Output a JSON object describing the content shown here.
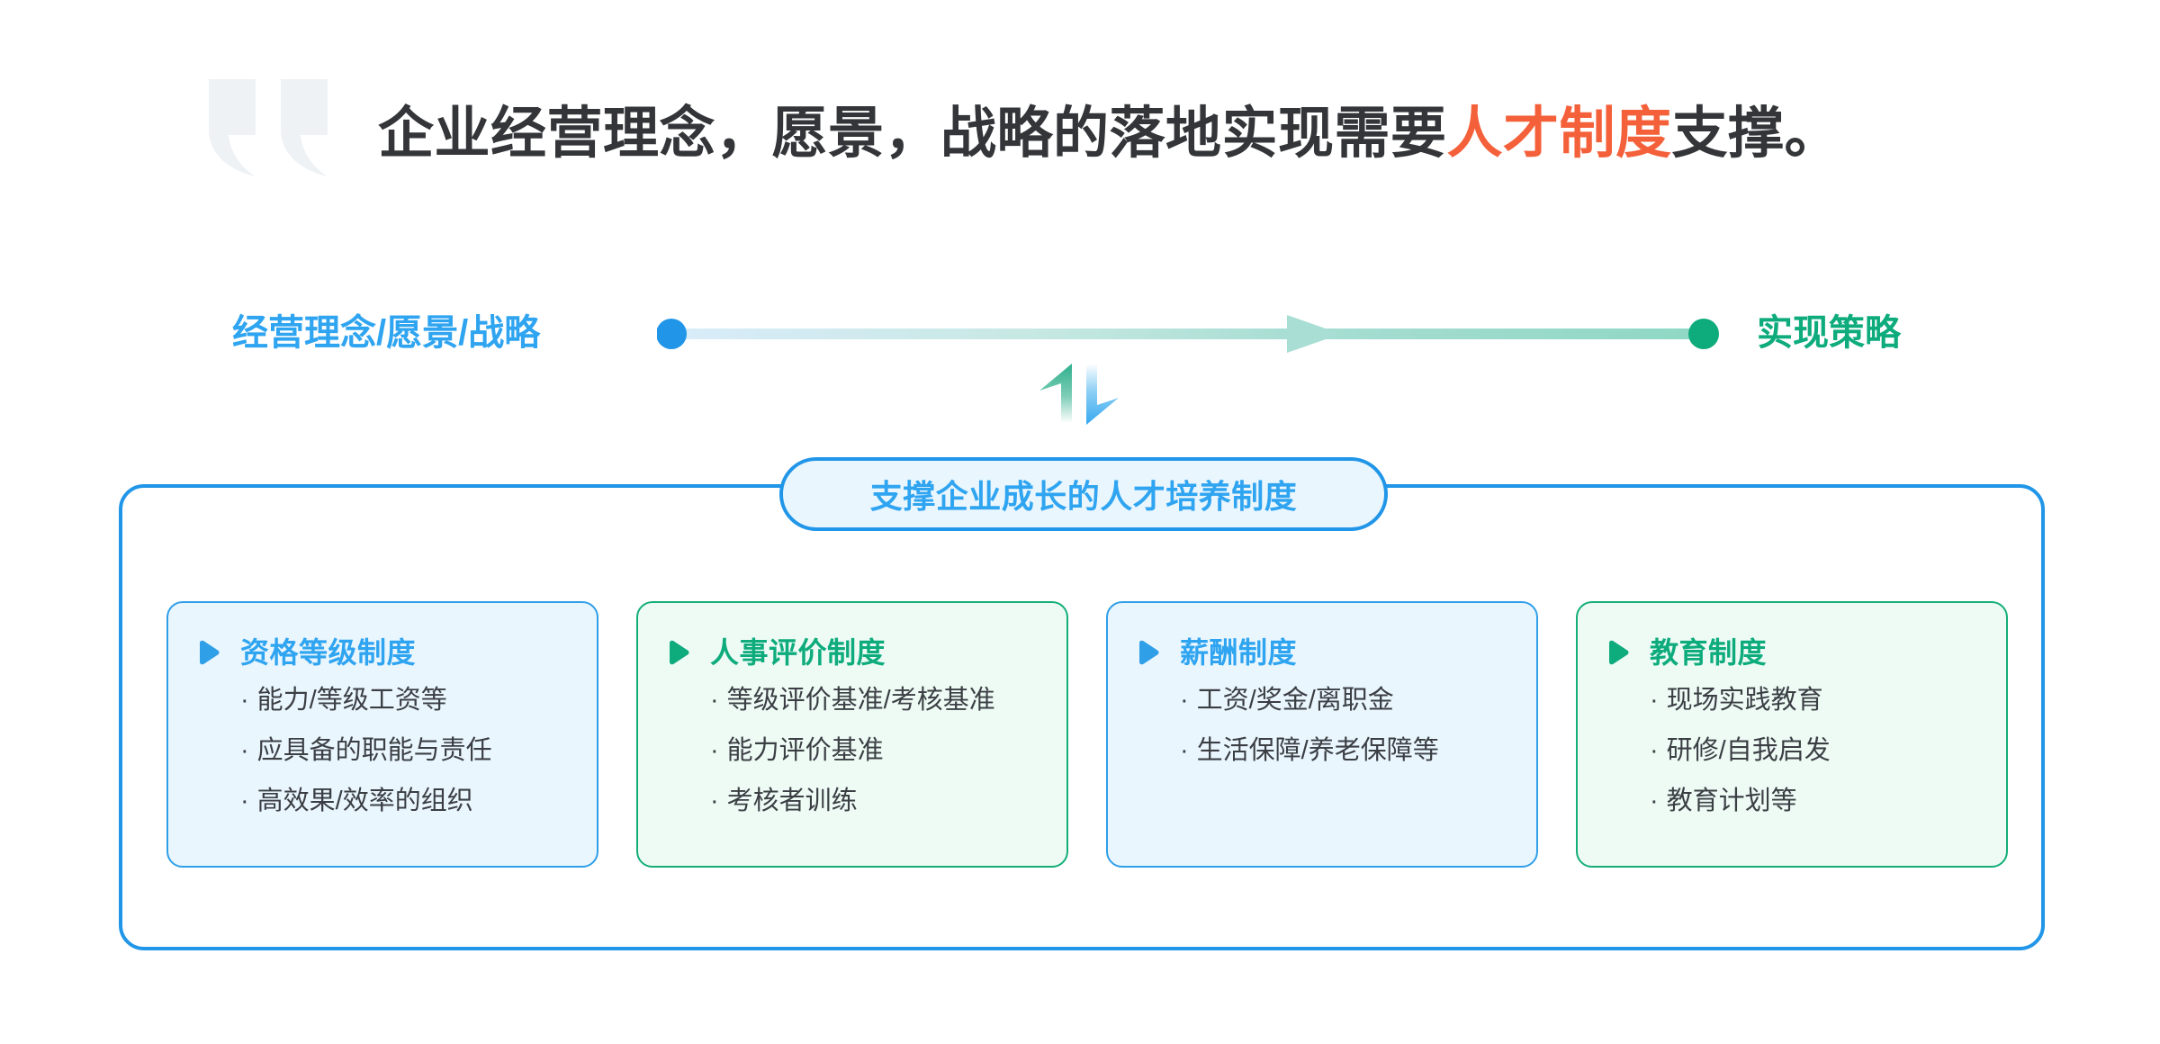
{
  "headline": {
    "before": "企业经营理念，愿景，战略的落地实现需要",
    "accent": "人才制度",
    "after": "支撑。",
    "accent_color": "#f4603a",
    "text_color": "#333538"
  },
  "quote": {
    "icon": "quote-mark-icon",
    "color": "#eef2f5"
  },
  "flow": {
    "left_label": "经营理念/愿景/战略",
    "right_label": "实现策略",
    "left_color": "#2fa4f0",
    "right_color": "#0eab7d",
    "start_dot_color": "#2196e8",
    "end_dot_color": "#0eab7d",
    "line_start_color": "#d9ecfa",
    "line_end_color": "#9ddcc9",
    "arrowhead_color": "#a8ded3",
    "updown_icon": "up-down-arrows-icon",
    "updown_up_color": "#2eb08d",
    "updown_down_color": "#35a8f0"
  },
  "system": {
    "badge_label": "支撑企业成长的人才培养制度",
    "badge_color": "#2fa4f0",
    "border_color": "#2196e8",
    "cards": [
      {
        "theme": "blue",
        "icon": "play-triangle-icon",
        "title": "资格等级制度",
        "items": [
          "能力/等级工资等",
          "应具备的职能与责任",
          "高效果/效率的组织"
        ]
      },
      {
        "theme": "green",
        "icon": "play-triangle-icon",
        "title": "人事评价制度",
        "items": [
          "等级评价基准/考核基准",
          "能力评价基准",
          "考核者训练"
        ]
      },
      {
        "theme": "blue",
        "icon": "play-triangle-icon",
        "title": "薪酬制度",
        "items": [
          "工资/奖金/离职金",
          "生活保障/养老保障等"
        ]
      },
      {
        "theme": "green",
        "icon": "play-triangle-icon",
        "title": "教育制度",
        "items": [
          "现场实践教育",
          "研修/自我启发",
          "教育计划等"
        ]
      }
    ],
    "bullet": "·"
  }
}
